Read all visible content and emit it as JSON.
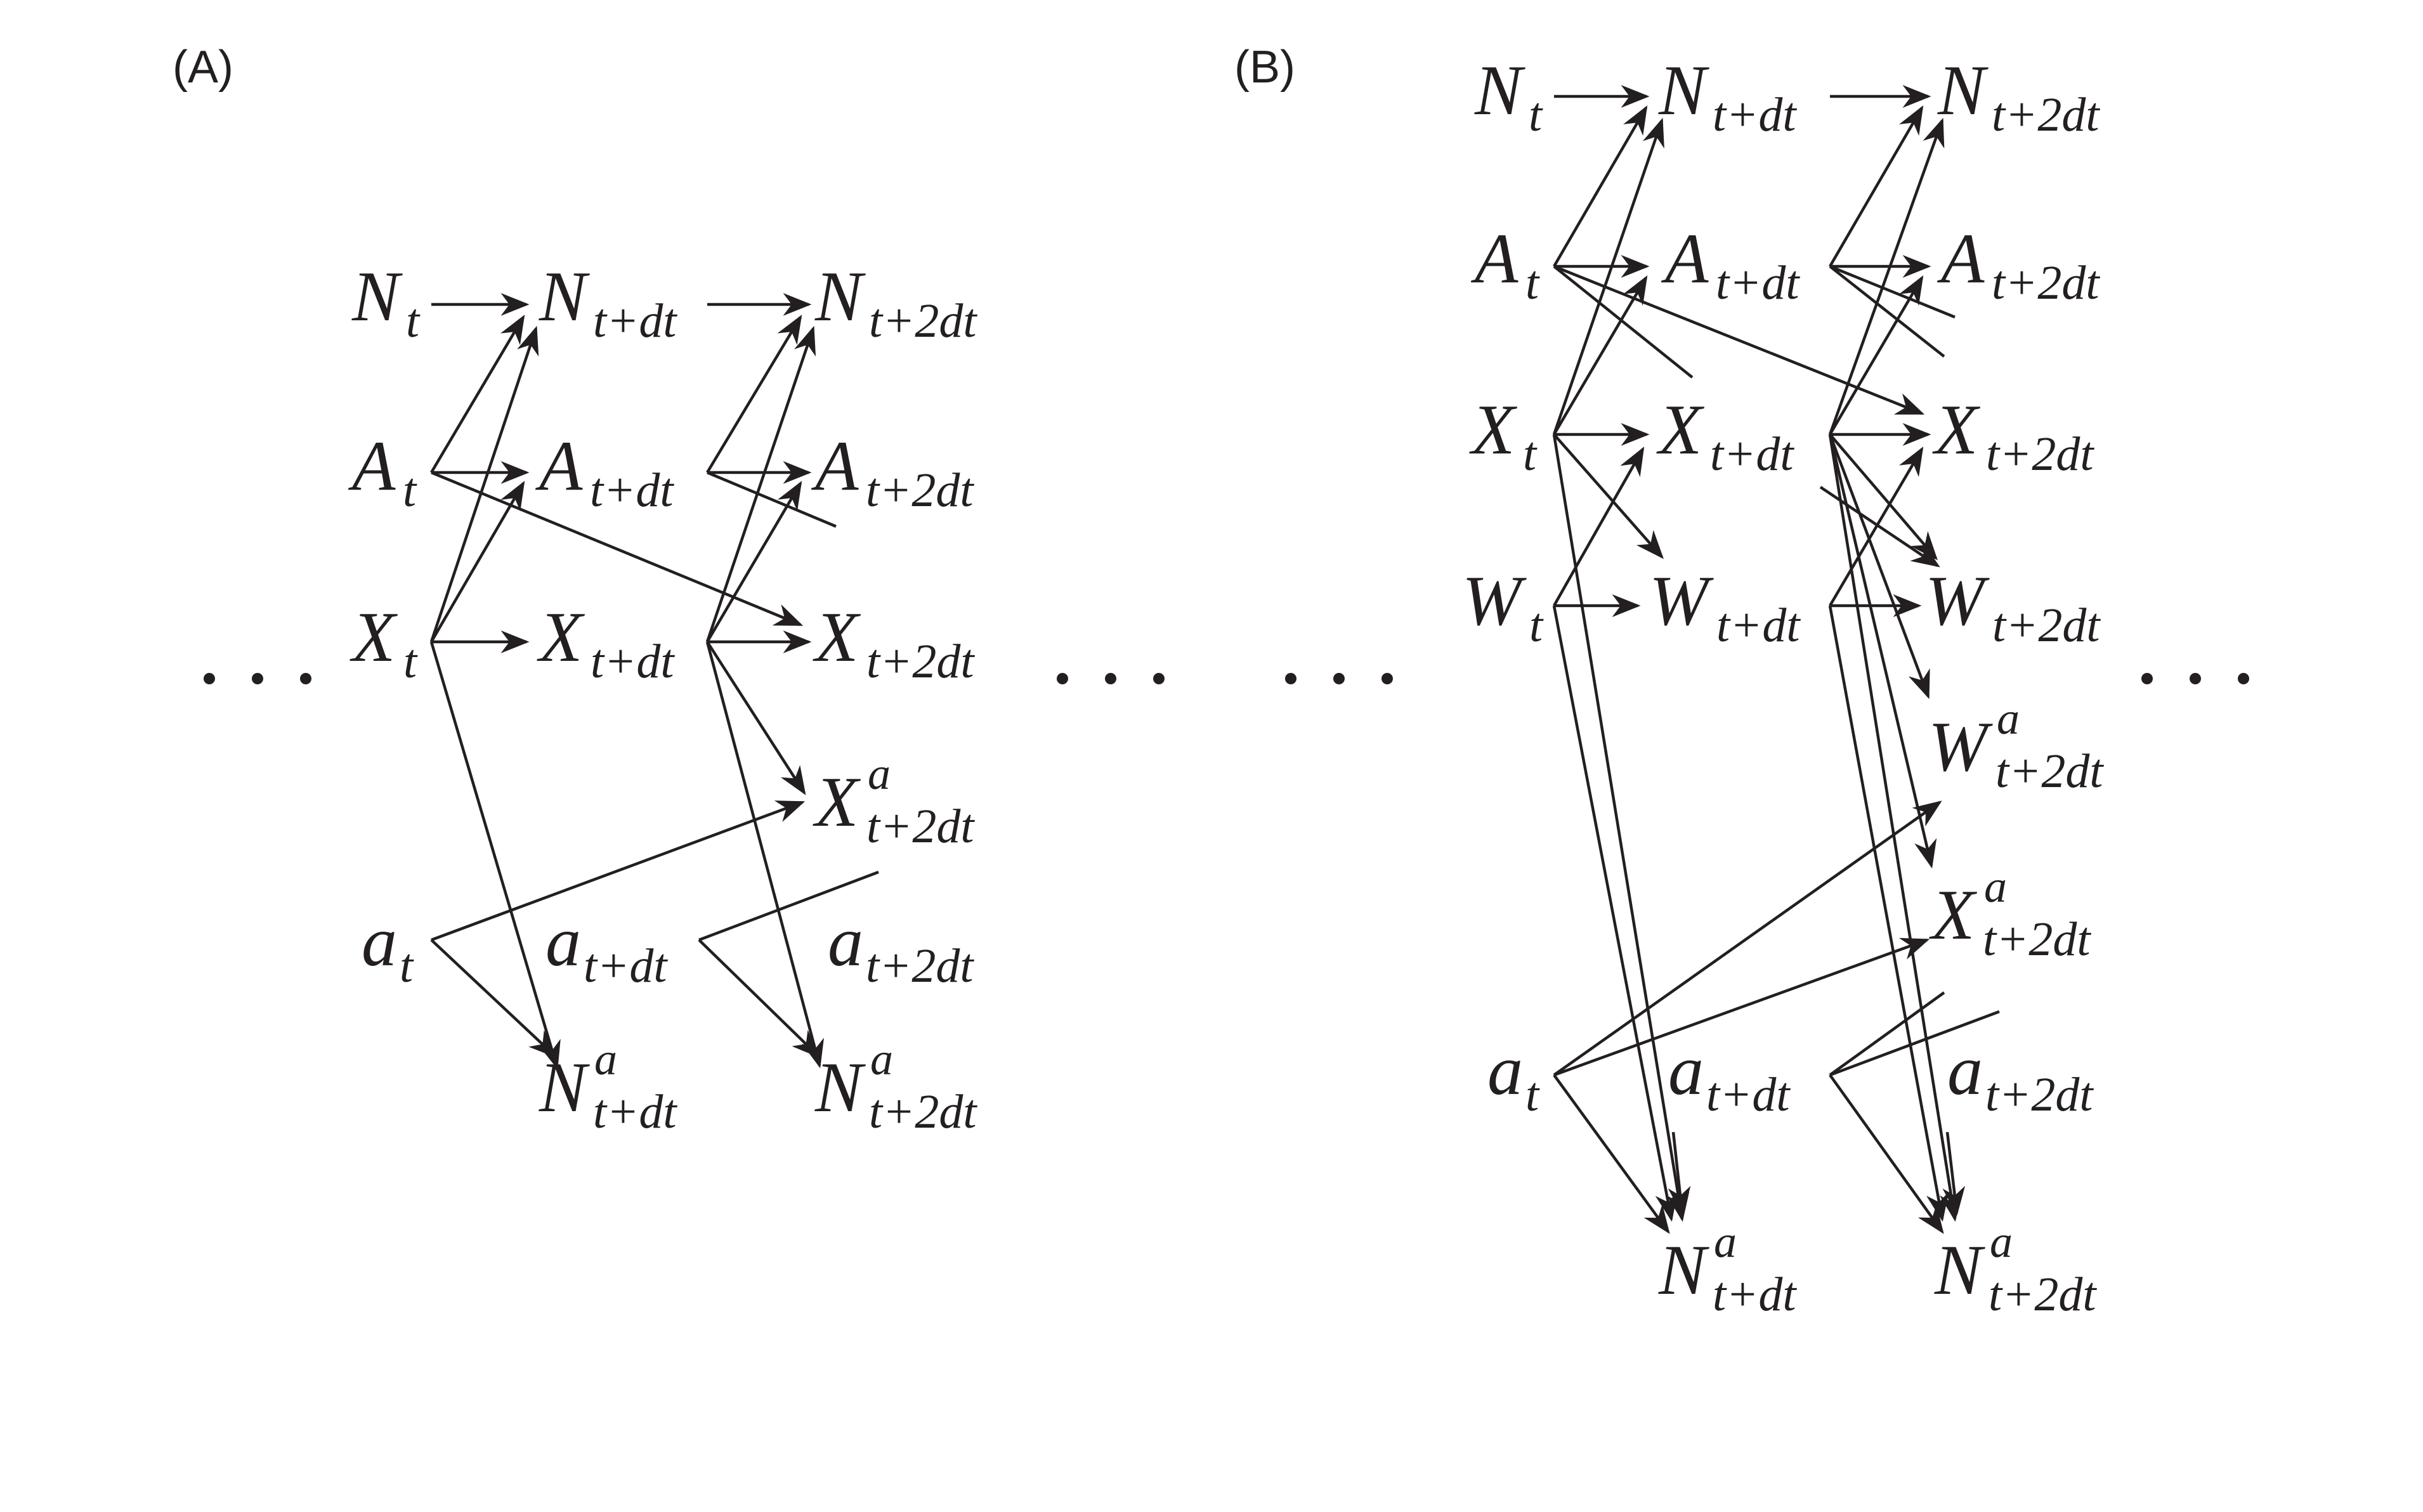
{
  "panels": [
    {
      "id": "A",
      "label": "(A)",
      "nodes": [
        {
          "id": "A_Nt",
          "main": "N",
          "sub": "t",
          "sup": ""
        },
        {
          "id": "A_Nt1",
          "main": "N",
          "sub": "t+dt",
          "sup": ""
        },
        {
          "id": "A_Nt2",
          "main": "N",
          "sub": "t+2dt",
          "sup": ""
        },
        {
          "id": "A_At",
          "main": "A",
          "sub": "t",
          "sup": ""
        },
        {
          "id": "A_At1",
          "main": "A",
          "sub": "t+dt",
          "sup": ""
        },
        {
          "id": "A_At2",
          "main": "A",
          "sub": "t+2dt",
          "sup": ""
        },
        {
          "id": "A_Xt",
          "main": "X",
          "sub": "t",
          "sup": ""
        },
        {
          "id": "A_Xt1",
          "main": "X",
          "sub": "t+dt",
          "sup": ""
        },
        {
          "id": "A_Xt2",
          "main": "X",
          "sub": "t+2dt",
          "sup": ""
        },
        {
          "id": "A_Xa2",
          "main": "X",
          "sub": "t+2dt",
          "sup": "a"
        },
        {
          "id": "A_at",
          "main": "a",
          "sub": "t",
          "sup": ""
        },
        {
          "id": "A_at1",
          "main": "a",
          "sub": "t+dt",
          "sup": ""
        },
        {
          "id": "A_at2",
          "main": "a",
          "sub": "t+2dt",
          "sup": ""
        },
        {
          "id": "A_Na1",
          "main": "N",
          "sub": "t+dt",
          "sup": "a"
        },
        {
          "id": "A_Na2",
          "main": "N",
          "sub": "t+2dt",
          "sup": "a"
        }
      ]
    },
    {
      "id": "B",
      "label": "(B)",
      "nodes": [
        {
          "id": "B_Nt",
          "main": "N",
          "sub": "t",
          "sup": ""
        },
        {
          "id": "B_Nt1",
          "main": "N",
          "sub": "t+dt",
          "sup": ""
        },
        {
          "id": "B_Nt2",
          "main": "N",
          "sub": "t+2dt",
          "sup": ""
        },
        {
          "id": "B_At",
          "main": "A",
          "sub": "t",
          "sup": ""
        },
        {
          "id": "B_At1",
          "main": "A",
          "sub": "t+dt",
          "sup": ""
        },
        {
          "id": "B_At2",
          "main": "A",
          "sub": "t+2dt",
          "sup": ""
        },
        {
          "id": "B_Xt",
          "main": "X",
          "sub": "t",
          "sup": ""
        },
        {
          "id": "B_Xt1",
          "main": "X",
          "sub": "t+dt",
          "sup": ""
        },
        {
          "id": "B_Xt2",
          "main": "X",
          "sub": "t+2dt",
          "sup": ""
        },
        {
          "id": "B_Wt",
          "main": "W",
          "sub": "t",
          "sup": ""
        },
        {
          "id": "B_Wt1",
          "main": "W",
          "sub": "t+dt",
          "sup": ""
        },
        {
          "id": "B_Wt2",
          "main": "W",
          "sub": "t+2dt",
          "sup": ""
        },
        {
          "id": "B_Wa2",
          "main": "W",
          "sub": "t+2dt",
          "sup": "a"
        },
        {
          "id": "B_Xa2",
          "main": "X",
          "sub": "t+2dt",
          "sup": "a"
        },
        {
          "id": "B_at",
          "main": "a",
          "sub": "t",
          "sup": ""
        },
        {
          "id": "B_at1",
          "main": "a",
          "sub": "t+dt",
          "sup": ""
        },
        {
          "id": "B_at2",
          "main": "a",
          "sub": "t+2dt",
          "sup": ""
        },
        {
          "id": "B_Na1",
          "main": "N",
          "sub": "t+dt",
          "sup": "a"
        },
        {
          "id": "B_Na2",
          "main": "N",
          "sub": "t+2dt",
          "sup": "a"
        }
      ]
    }
  ],
  "ellipsis_symbol": "…",
  "colors": {
    "ink": "#231f20",
    "background": "#ffffff"
  }
}
